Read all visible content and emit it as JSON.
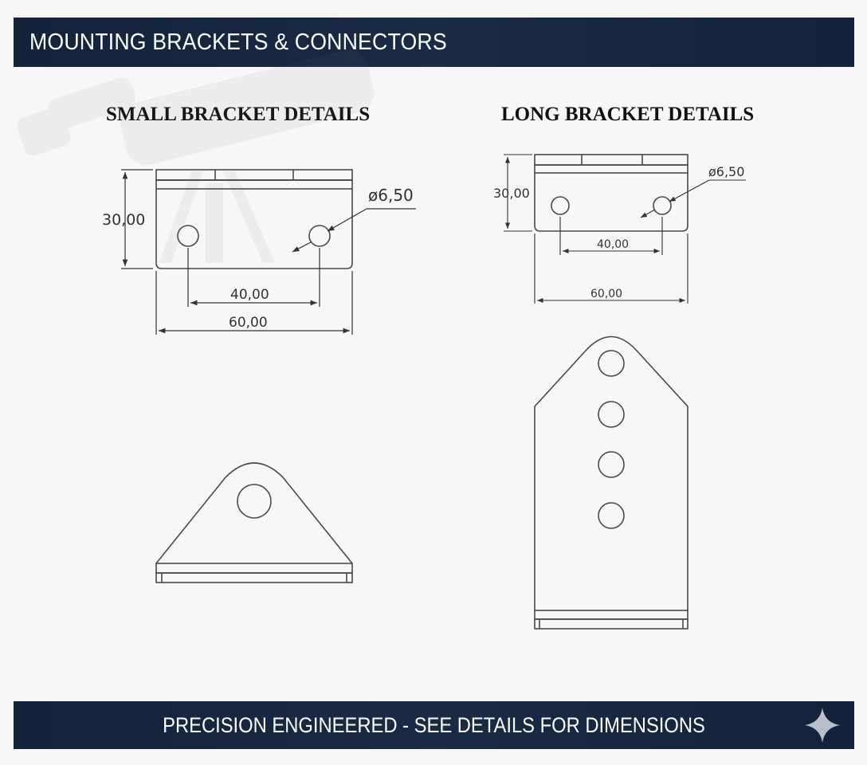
{
  "header": {
    "title": "MOUNTING BRACKETS & CONNECTORS"
  },
  "footer": {
    "text": "PRECISION ENGINEERED - SEE DETAILS FOR DIMENSIONS",
    "icon": "sparkle-icon"
  },
  "small_bracket": {
    "title": "SMALL BRACKET DETAILS",
    "height_label": "30,00",
    "hole_label": "ø6,50",
    "spacing_label": "40,00",
    "width_label": "60,00"
  },
  "long_bracket": {
    "title": "LONG BRACKET DETAILS",
    "height_label": "30,00",
    "hole_label": "ø6,50",
    "spacing_label": "40,00",
    "width_label": "60,00"
  },
  "colors": {
    "banner": "#14223b",
    "line": "#4a4a4a",
    "background": "#f7f7f7"
  }
}
